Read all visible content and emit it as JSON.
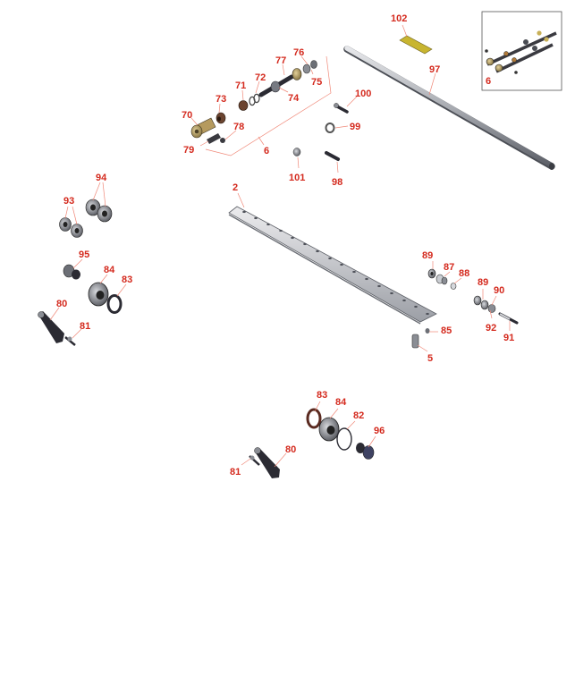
{
  "diagram": {
    "inset_callout": "6",
    "callouts": [
      "2",
      "5",
      "6",
      "70",
      "71",
      "72",
      "73",
      "74",
      "75",
      "76",
      "77",
      "78",
      "79",
      "80",
      "81",
      "82",
      "83",
      "84",
      "85",
      "87",
      "88",
      "89",
      "90",
      "91",
      "92",
      "93",
      "94",
      "95",
      "96",
      "97",
      "98",
      "99",
      "100",
      "101",
      "102"
    ]
  },
  "colors": {
    "callout": "#d42a1e",
    "leader": "#f08878",
    "part_dark": "#2b2b33",
    "part_gray": "#8a8d94",
    "part_light": "#d5d7db",
    "brass": "#b59a5e",
    "gold_plate": "#c8b530"
  }
}
